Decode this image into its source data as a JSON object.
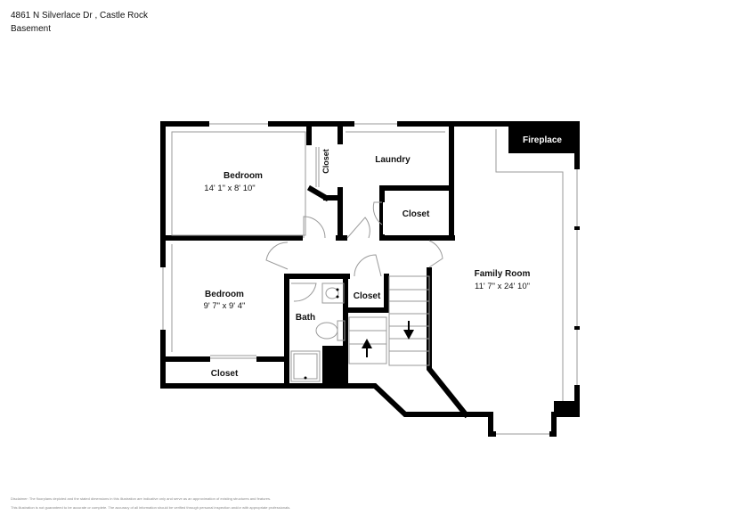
{
  "header": {
    "address": "4861 N Silverlace Dr , Castle Rock",
    "level": "Basement"
  },
  "rooms": {
    "bedroom1": {
      "name": "Bedroom",
      "dims": "14' 1\" x 8' 10\""
    },
    "bedroom2": {
      "name": "Bedroom",
      "dims": "9' 7\" x 9' 4\""
    },
    "closet_vertical": "Closet",
    "laundry": "Laundry",
    "laundry_closet": "Closet",
    "bath_closet": "Closet",
    "bath": "Bath",
    "bottom_closet": "Closet",
    "family_room": {
      "name": "Family Room",
      "dims": "11' 7\" x 24' 10\""
    },
    "fireplace": "Fireplace"
  },
  "disclaimer": {
    "line1": "Disclaimer: The floorplans depicted and the stated dimensions in this illustration are indicative only and serve as an approximation of existing structures and features.",
    "line2": "This illustration is not guaranteed to be accurate or complete. The accuracy of all information should be verified through personal inspection and/or with appropriate professionals."
  },
  "colors": {
    "wall": "#000000",
    "thin_line": "#9a9a9a",
    "background": "#ffffff"
  }
}
